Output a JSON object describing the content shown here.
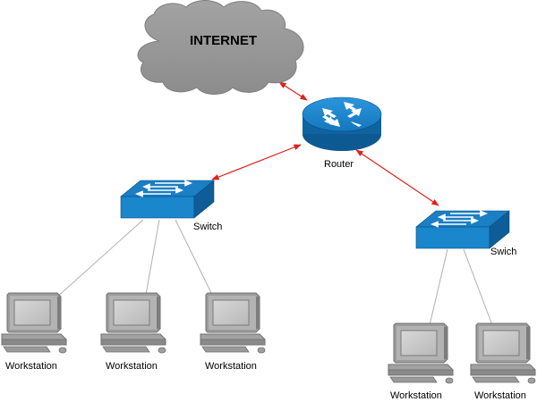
{
  "cloud": {
    "label": "INTERNET"
  },
  "router": {
    "label": "Router"
  },
  "switch_left": {
    "label": "Switch"
  },
  "switch_right": {
    "label": "Swich"
  },
  "workstations": [
    {
      "label": "Workstation"
    },
    {
      "label": "Workstation"
    },
    {
      "label": "Workstation"
    },
    {
      "label": "Workstation"
    },
    {
      "label": "Workstation"
    }
  ],
  "colors": {
    "link_red": "#e0201a",
    "device_blue": "#1a7fc4",
    "device_dark_blue": "#0d5a93",
    "cloud_gray": "#9a9a9a",
    "computer_gray": "#a8a8a8",
    "line_gray": "#b0b0b0"
  }
}
